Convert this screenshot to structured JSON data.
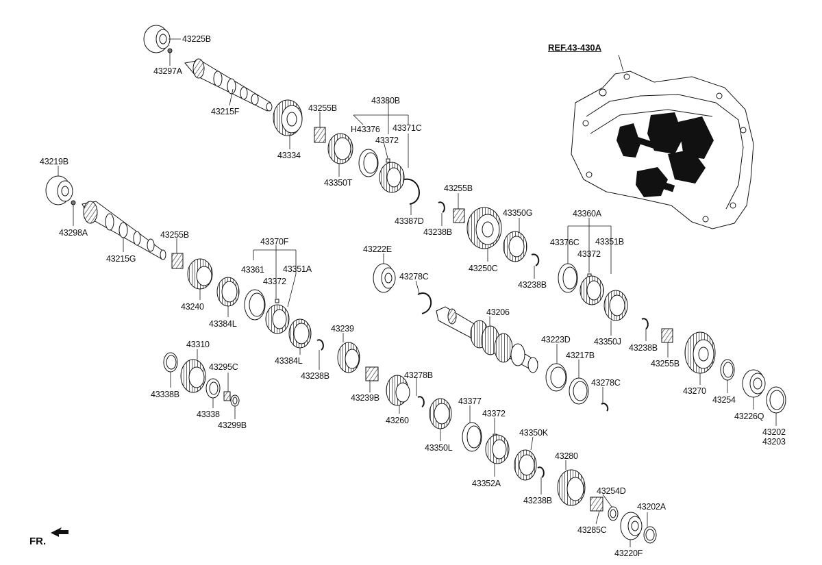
{
  "diagram": {
    "reference_label": "REF.43-430A",
    "direction_label": "FR.",
    "part_labels": {
      "p43225B": "43225B",
      "p43297A": "43297A",
      "p43215F": "43215F",
      "p43334": "43334",
      "p43255B_1": "43255B",
      "p43380B": "43380B",
      "pH43376": "H43376",
      "p43371C": "43371C",
      "p43372_1": "43372",
      "p43350T": "43350T",
      "p43387D": "43387D",
      "p43238B_1": "43238B",
      "p43255B_2": "43255B",
      "p43250C": "43250C",
      "p43350G": "43350G",
      "p43219B": "43219B",
      "p43298A": "43298A",
      "p43215G": "43215G",
      "p43255B_3": "43255B",
      "p43240": "43240",
      "p43370F": "43370F",
      "p43361": "43361",
      "p43372_2": "43372",
      "p43351A": "43351A",
      "p43384L_1": "43384L",
      "p43384L_2": "43384L",
      "p43238B_2": "43238B",
      "p43222E": "43222E",
      "p43278C_1": "43278C",
      "p43360A": "43360A",
      "p43376C": "43376C",
      "p43351B": "43351B",
      "p43372_3": "43372",
      "p43238B_3": "43238B",
      "p43350J": "43350J",
      "p43238B_4": "43238B",
      "p43255B_4": "43255B",
      "p43206": "43206",
      "p43223D": "43223D",
      "p43217B": "43217B",
      "p43278C_2": "43278C",
      "p43270": "43270",
      "p43254": "43254",
      "p43226Q": "43226Q",
      "p43202": "43202",
      "p43203": "43203",
      "p43310": "43310",
      "p43338B": "43338B",
      "p43295C": "43295C",
      "p43338": "43338",
      "p43299B": "43299B",
      "p43239": "43239",
      "p43239B": "43239B",
      "p43278B": "43278B",
      "p43260": "43260",
      "p43377": "43377",
      "p43372_4": "43372",
      "p43350L": "43350L",
      "p43352A": "43352A",
      "p43350K": "43350K",
      "p43280": "43280",
      "p43238B_5": "43238B",
      "p43254D": "43254D",
      "p43202A": "43202A",
      "p43285C": "43285C",
      "p43220F": "43220F"
    }
  }
}
